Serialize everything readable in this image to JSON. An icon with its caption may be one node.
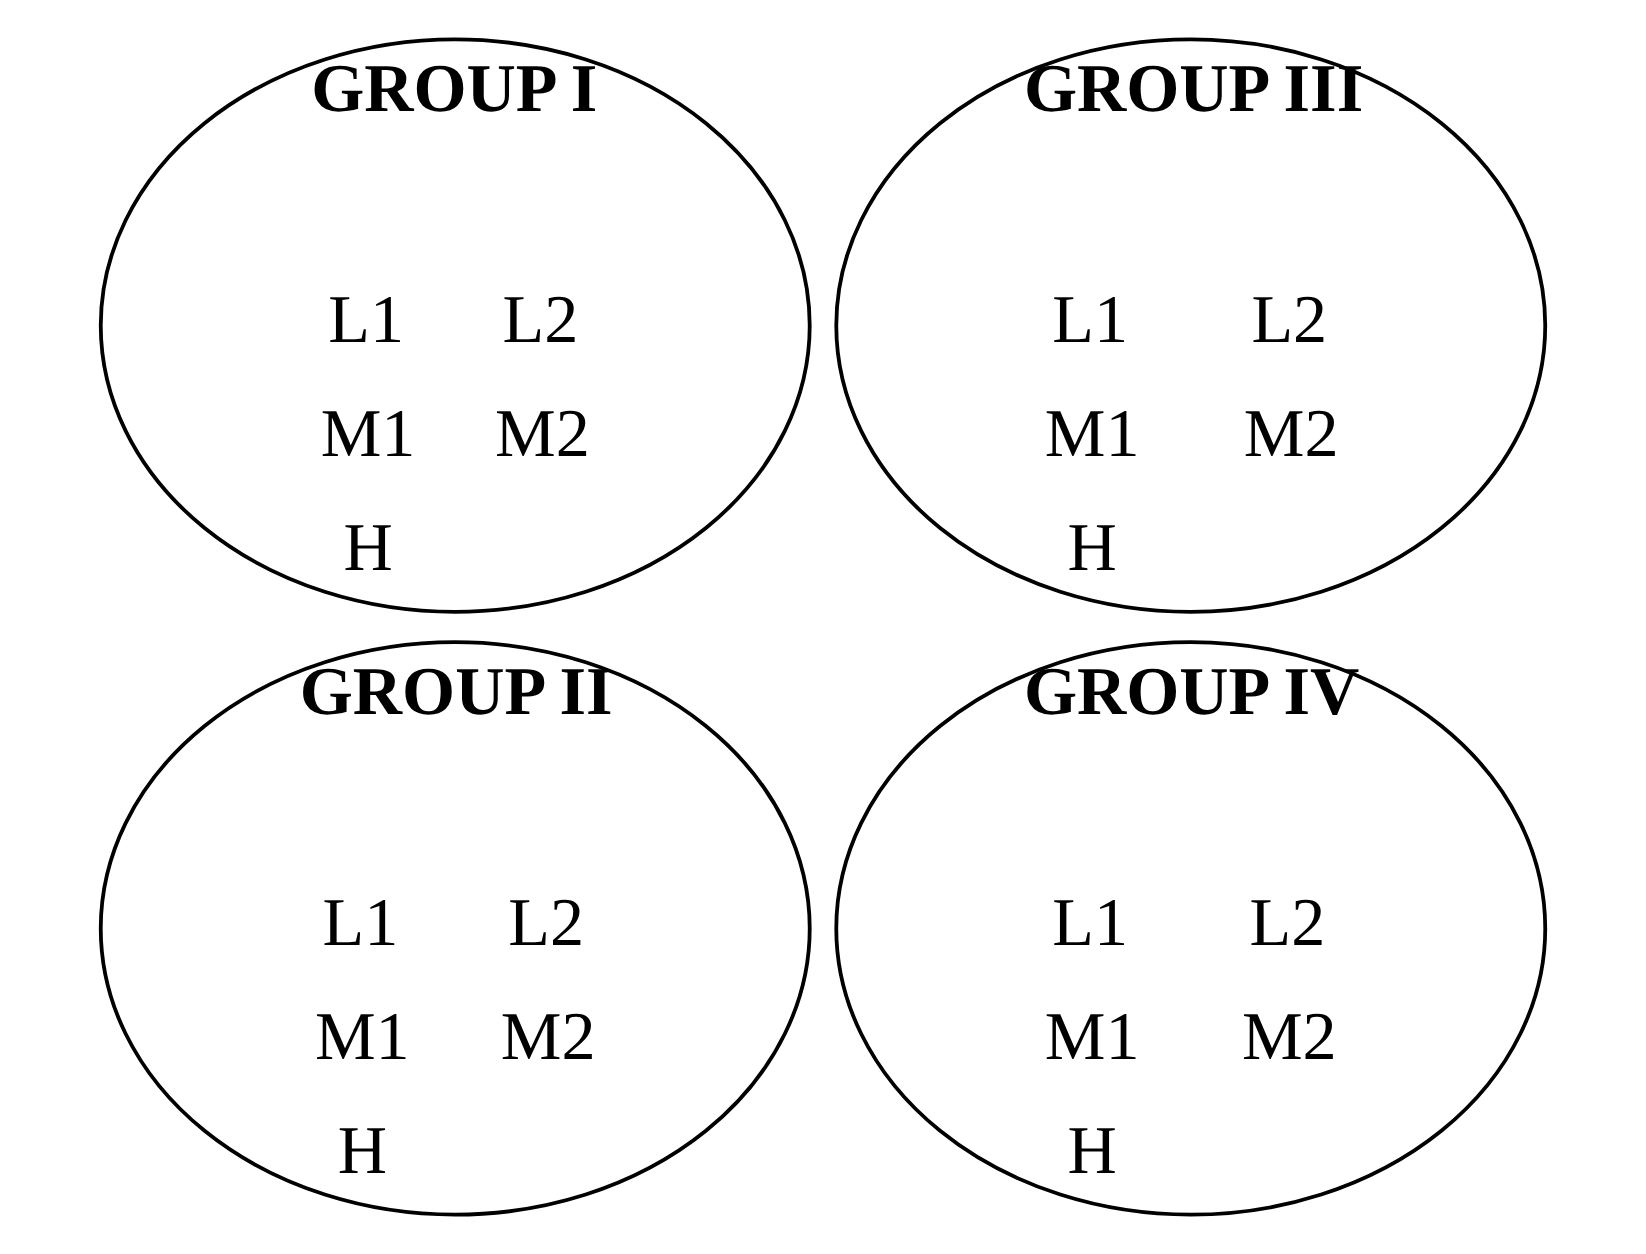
{
  "diagram": {
    "nodes": [
      {
        "text": [
          "GROUP I",
          "L1",
          "L2",
          "M1",
          "M2",
          "H"
        ]
      },
      {
        "text": [
          "GROUP II",
          "L1",
          "L2",
          "M1",
          "M2",
          "H"
        ]
      },
      {
        "text": [
          "GROUP III",
          "L1",
          "L2",
          "M1",
          "M2",
          "H"
        ]
      },
      {
        "text": [
          "GROUP IV",
          "L1",
          "L2",
          "M1",
          "M2",
          "H"
        ]
      }
    ]
  }
}
